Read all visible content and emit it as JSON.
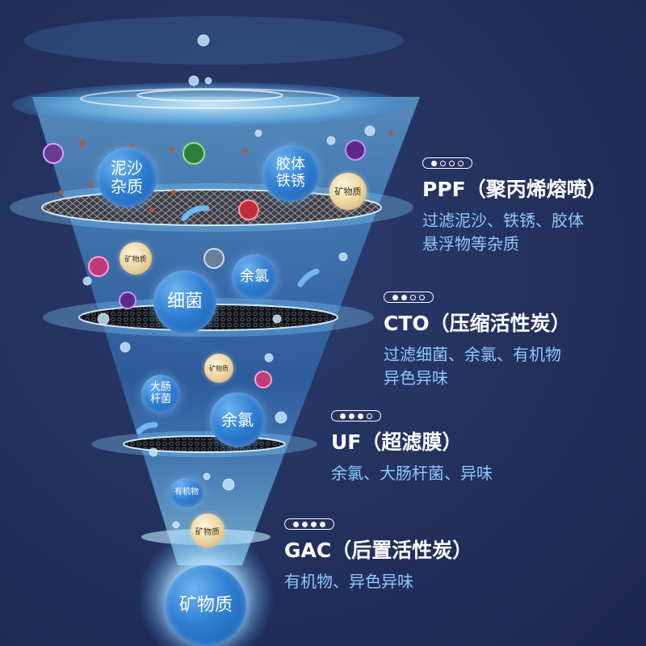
{
  "stages": [
    {
      "code": "PPF（聚丙烯熔喷）",
      "desc": "过滤泥沙、铁锈、胶体\n悬浮物等杂质",
      "level": 1
    },
    {
      "code": "CTO（压缩活性炭）",
      "desc": "过滤细菌、余氯、有机物\n异色异味",
      "level": 2
    },
    {
      "code": "UF（超滤膜）",
      "desc": "余氯、大肠杆菌、异味",
      "level": 3
    },
    {
      "code": "GAC（后置活性炭）",
      "desc": "有机物、异色异味",
      "level": 4
    }
  ],
  "bubbles": {
    "sediment": "泥沙\n杂质",
    "colloid_rust": "胶体\n铁锈",
    "bacteria": "细菌",
    "chlorine_1": "余氯",
    "ecoli": "大肠\n杆菌",
    "chlorine_2": "余氯",
    "organic": "有机物",
    "mineral_final": "矿物质"
  },
  "mineral_tags": {
    "m1": "矿物质",
    "m2": "矿物质",
    "m3": "矿物质",
    "m4": "矿物质"
  },
  "colors": {
    "background": "#23305c",
    "stage_text": "#ffffff",
    "desc_text": "#8fc8ff",
    "bubble_blue": "#2f7fd2",
    "mineral_gold": "#ead39c"
  }
}
